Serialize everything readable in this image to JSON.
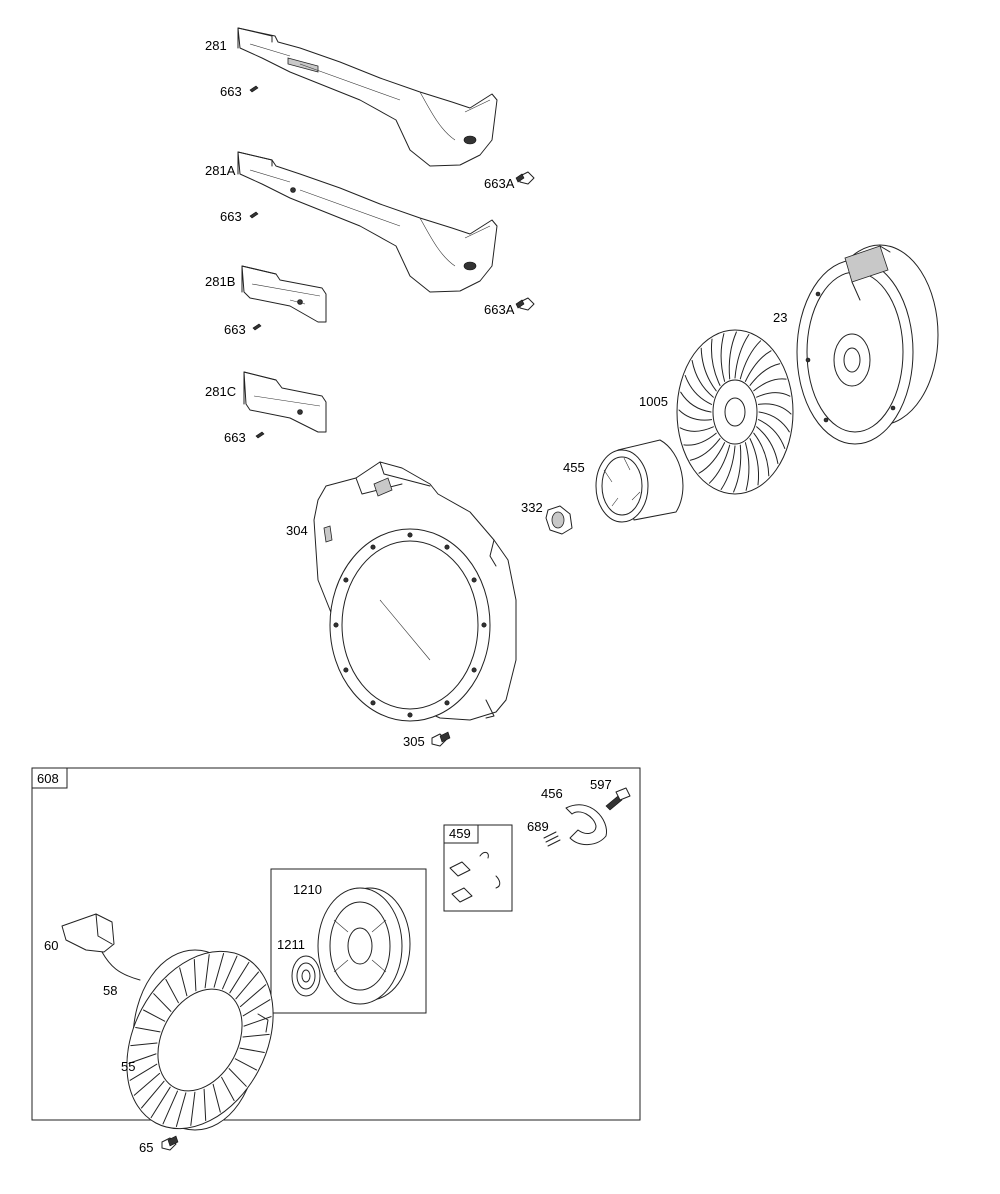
{
  "parts": {
    "p281": "281",
    "p281A": "281A",
    "p281B": "281B",
    "p281C": "281C",
    "p663_a": "663",
    "p663_b": "663",
    "p663_c": "663",
    "p663_d": "663",
    "p663A_a": "663A",
    "p663A_b": "663A",
    "p23": "23",
    "p1005": "1005",
    "p455": "455",
    "p332": "332",
    "p304": "304",
    "p305": "305",
    "p608": "608",
    "p456": "456",
    "p597": "597",
    "p689": "689",
    "p459": "459",
    "p1210": "1210",
    "p1211": "1211",
    "p60": "60",
    "p58": "58",
    "p55": "55",
    "p65": "65"
  }
}
